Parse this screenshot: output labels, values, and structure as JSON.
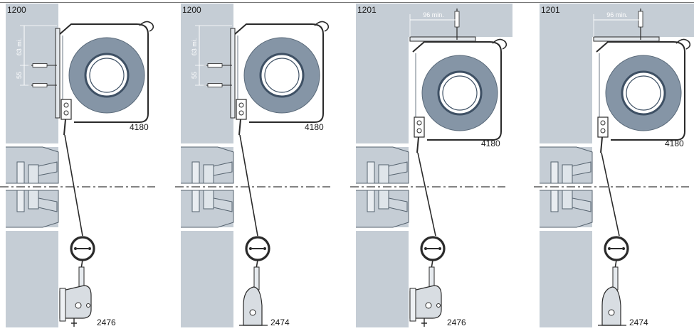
{
  "panels": [
    {
      "id": "a",
      "title": "1200",
      "box_code": "4180",
      "bracket_code": "2476",
      "bracket_type": "wall-bracket",
      "mount": "wall",
      "dims": [
        "63 mi.",
        "55"
      ]
    },
    {
      "id": "b",
      "title": "1200",
      "box_code": "4180",
      "bracket_code": "2474",
      "bracket_type": "dome-bracket",
      "mount": "wall",
      "dims": [
        "63 mi.",
        "55"
      ]
    },
    {
      "id": "c",
      "title": "1201",
      "box_code": "4180",
      "bracket_code": "2476",
      "bracket_type": "wall-bracket",
      "mount": "ceiling",
      "dims": [
        "96 min."
      ]
    },
    {
      "id": "d",
      "title": "1201",
      "box_code": "4180",
      "bracket_code": "2474",
      "bracket_type": "dome-bracket",
      "mount": "ceiling",
      "dims": [
        "96 min."
      ]
    }
  ],
  "colors": {
    "wall": "#c5cdd5",
    "roll_outer": "#8595a6",
    "roll_ring": "#3e5064",
    "line": "#2a2a2a",
    "bracket": "#d8dde2",
    "label": "#1a1a1a"
  }
}
